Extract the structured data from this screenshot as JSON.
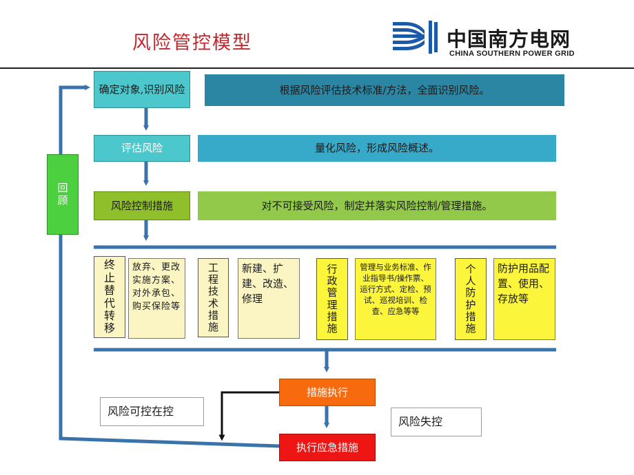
{
  "header": {
    "title": "风险管控模型",
    "logo_cn": "中国南方电网",
    "logo_en": "CHINA SOUTHERN POWER GRID"
  },
  "colors": {
    "header_line": "#1f1f1f",
    "flow_blue": "#3a72aa",
    "step_cyan": "#4cc8cc",
    "desc_teal": "#2b86a3",
    "desc_cyan": "#37a9c9",
    "step_green": "#8fbf2a",
    "desc_green": "#92c94a",
    "review_green": "#4cd040",
    "item_yellow": "#fbf53b",
    "item_cream": "#fbf5c3",
    "exec_orange": "#f76b0e",
    "emergency_red": "#ee1515"
  },
  "steps": [
    {
      "label": "确定对象,识别风险",
      "description": "根据风险评估技术标准/方法，全面识别风险。"
    },
    {
      "label": "评估风险",
      "description": "量化风险，形成风险概述。"
    },
    {
      "label": "风险控制措施",
      "description": "对不可接受风险，制定并落实风险控制/管理措施。"
    }
  ],
  "review_label": "回顾",
  "measures": [
    {
      "category": "终止替代转移",
      "detail": "放弃、更改实施方案、对外承包、购买保险等"
    },
    {
      "category": "工程技术措施",
      "detail": "新建、扩建、改造、修理"
    },
    {
      "category": "行政管理措施",
      "detail": "管理与业务标准、作业指导书/操作票、运行方式、定检、预试、巡视培训、检查、应急等等"
    },
    {
      "category": "个人防护措施",
      "detail": "防护用品配置、使用、存放等"
    }
  ],
  "execute_label": "措施执行",
  "emergency_label": "执行应急措施",
  "in_control_label": "风险可控在控",
  "out_of_control_label": "风险失控"
}
